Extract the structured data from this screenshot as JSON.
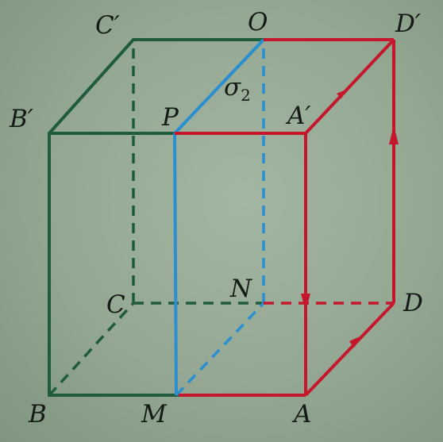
{
  "labels": {
    "c_prime": "C′",
    "o": "O",
    "d_prime": "D′",
    "b_prime": "B′",
    "p": "P",
    "a_prime": "A′",
    "sigma_symbol": "σ",
    "sigma_subscript": "2",
    "c": "C",
    "n": "N",
    "d": "D",
    "b": "B",
    "m": "M",
    "a": "A"
  },
  "colors": {
    "green_edges": "#1f5b3c",
    "red_loop": "#c5162c",
    "blue_section": "#2a8fd1",
    "label_text": "#141a14"
  }
}
